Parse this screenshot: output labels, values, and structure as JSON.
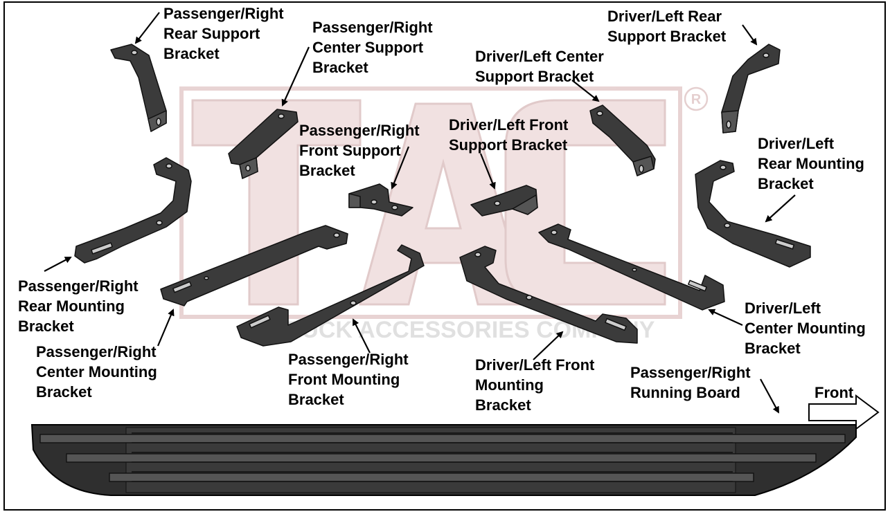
{
  "watermark": {
    "text": "TRUCK ACCESSORIES COMPANY",
    "logo_letters": "TAC",
    "registered_mark": "®",
    "color": "#c88c8c"
  },
  "labels": {
    "pr_rear_support": "Passenger/Right\nRear Support\nBracket",
    "pr_center_support": "Passenger/Right\nCenter Support\nBracket",
    "pr_front_support": "Passenger/Right\nFront Support\nBracket",
    "dl_rear_support": "Driver/Left Rear\nSupport Bracket",
    "dl_center_support": "Driver/Left Center\nSupport Bracket",
    "dl_front_support": "Driver/Left Front\nSupport Bracket",
    "dl_rear_mounting": "Driver/Left\nRear Mounting\nBracket",
    "pr_rear_mounting": "Passenger/Right\nRear Mounting\nBracket",
    "pr_center_mounting": "Passenger/Right\nCenter Mounting\nBracket",
    "pr_front_mounting": "Passenger/Right\nFront Mounting\nBracket",
    "dl_front_mounting": "Driver/Left Front\nMounting\nBracket",
    "dl_center_mounting": "Driver/Left\nCenter Mounting\nBracket",
    "pr_running_board": "Passenger/Right\nRunning Board",
    "front": "Front"
  },
  "colors": {
    "part_fill": "#3b3b3b",
    "part_edge": "#111111",
    "board_fill": "#2f2f2f",
    "frame": "#000000"
  }
}
